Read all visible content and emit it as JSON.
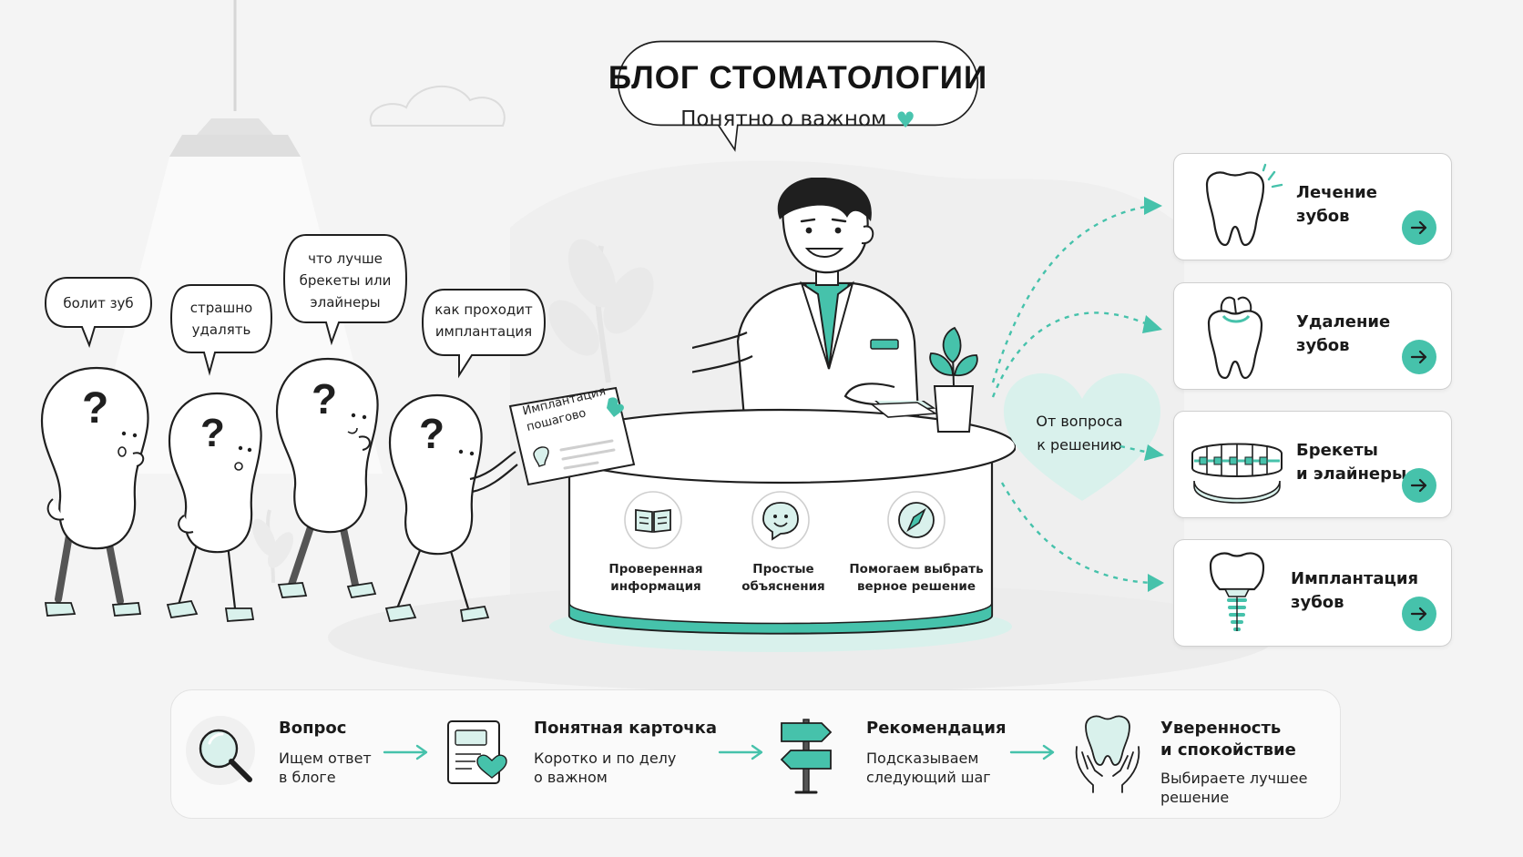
{
  "header": {
    "title": "БЛОГ СТОМАТОЛОГИИ",
    "subtitle": "Понятно о важном"
  },
  "questions": [
    {
      "lines": [
        "болит зуб"
      ]
    },
    {
      "lines": [
        "страшно",
        "удалять"
      ]
    },
    {
      "lines": [
        "что лучше",
        "брекеты или",
        "элайнеры"
      ]
    },
    {
      "lines": [
        "как проходит",
        "имплантация"
      ]
    }
  ],
  "handed_card": {
    "lines": [
      "Имплантация",
      "пошагово"
    ]
  },
  "desk_features": [
    {
      "icon": "book-icon",
      "lines": [
        "Проверенная",
        "информация"
      ]
    },
    {
      "icon": "smile-chat-icon",
      "lines": [
        "Простые",
        "объяснения"
      ]
    },
    {
      "icon": "compass-icon",
      "lines": [
        "Помогаем выбрать",
        "верное решение"
      ]
    }
  ],
  "heart_badge": {
    "lines": [
      "От вопроса",
      "к решению"
    ]
  },
  "topics": [
    {
      "icon": "tooth-sparkle-icon",
      "lines": [
        "Лечение",
        "зубов"
      ]
    },
    {
      "icon": "tooth-extraction-icon",
      "lines": [
        "Удаление",
        "зубов"
      ]
    },
    {
      "icon": "braces-icon",
      "lines": [
        "Брекеты",
        "и элайнеры"
      ]
    },
    {
      "icon": "implant-icon",
      "lines": [
        "Имплантация",
        "зубов"
      ]
    }
  ],
  "steps": [
    {
      "icon": "magnifier-icon",
      "title": [
        "Вопрос"
      ],
      "text": [
        "Ищем ответ",
        "в блоге"
      ]
    },
    {
      "icon": "heart-card-icon",
      "title": [
        "Понятная карточка"
      ],
      "text": [
        "Коротко и по делу",
        "о важном"
      ]
    },
    {
      "icon": "signpost-icon",
      "title": [
        "Рекомендация"
      ],
      "text": [
        "Подсказываем",
        "следующий шаг"
      ]
    },
    {
      "icon": "hands-tooth-icon",
      "title": [
        "Уверенность",
        "и спокойствие"
      ],
      "text": [
        "Выбираете лучшее",
        "решение"
      ]
    }
  ],
  "colors": {
    "accent": "#46c2ab",
    "accent_light": "#d9f1ec",
    "ink": "#1f1f1f",
    "background": "#f4f4f4"
  }
}
